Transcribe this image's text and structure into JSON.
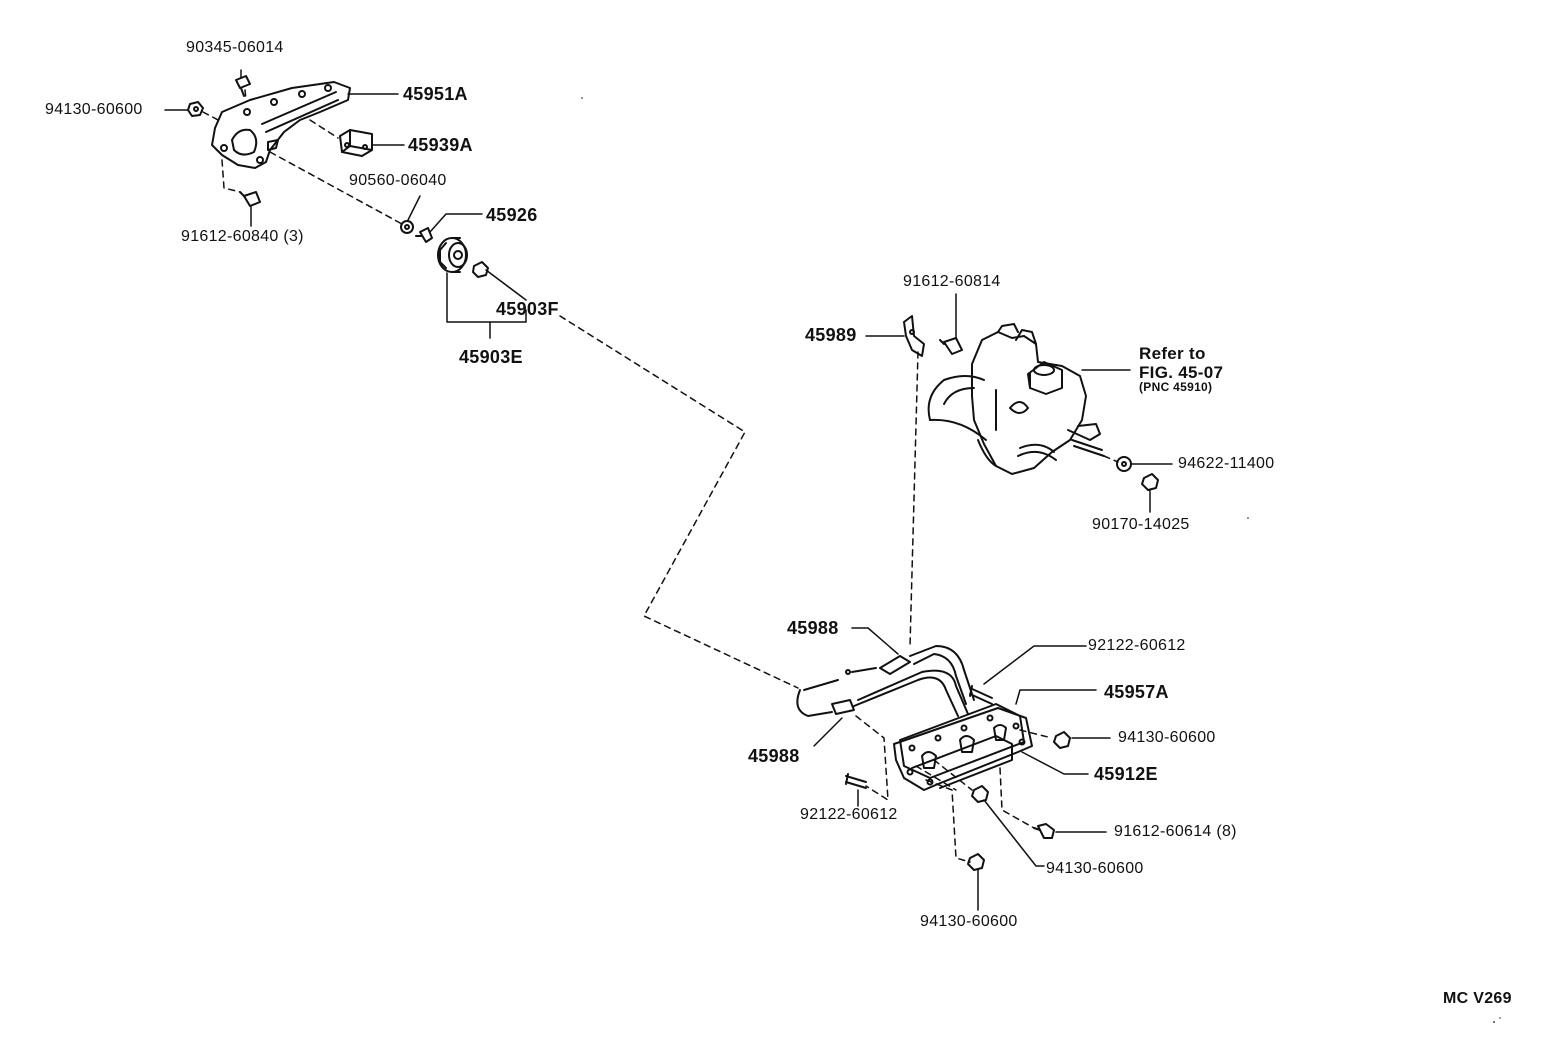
{
  "labels": {
    "p90345_06014": "90345-06014",
    "p94130_60600_a": "94130-60600",
    "p45951A": "45951A",
    "p45939A": "45939A",
    "p90560_06040": "90560-06040",
    "p45926": "45926",
    "p91612_60840": "91612-60840 (3)",
    "p45903F": "45903F",
    "p45903E": "45903E",
    "p91612_60814": "91612-60814",
    "p45989": "45989",
    "ref_line1": "Refer to",
    "ref_line2": "FIG. 45-07",
    "ref_line3": "(PNC 45910)",
    "p94622_11400": "94622-11400",
    "p90170_14025": "90170-14025",
    "p45988_a": "45988",
    "p92122_60612_a": "92122-60612",
    "p45957A": "45957A",
    "p94130_60600_b": "94130-60600",
    "p45988_b": "45988",
    "p45912E": "45912E",
    "p92122_60612_b": "92122-60612",
    "p91612_60614": "91612-60614 (8)",
    "p94130_60600_c": "94130-60600",
    "p94130_60600_d": "94130-60600",
    "code": "MC V269"
  }
}
